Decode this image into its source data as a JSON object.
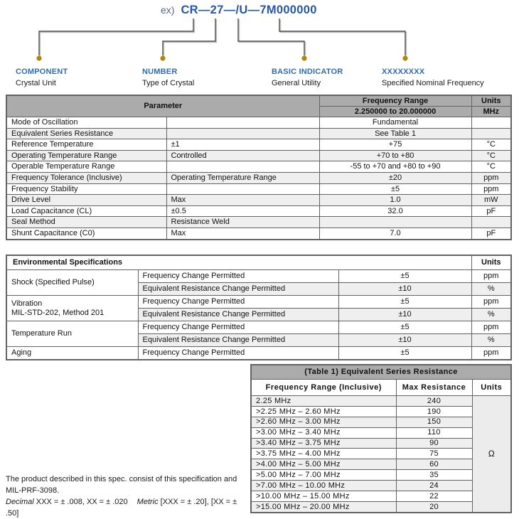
{
  "header": {
    "ex_label": "ex)",
    "part_number": "CR—27—/U—7M000000"
  },
  "legend": {
    "items": [
      {
        "label": "COMPONENT",
        "sublabel": "Crystal Unit"
      },
      {
        "label": "NUMBER",
        "sublabel": "Type of Crystal"
      },
      {
        "label": "BASIC INDICATOR",
        "sublabel": "General Utility"
      },
      {
        "label": "XXXXXXXX",
        "sublabel": "Specified Nominal Frequency"
      }
    ]
  },
  "main_table": {
    "header": {
      "parameter": "Parameter",
      "frequency_range": "Frequency Range",
      "units": "Units",
      "range_value": "2.250000 to 20.000000",
      "units_value": "MHz"
    },
    "rows": [
      {
        "param": "Mode of Oscillation",
        "cond": "",
        "value": "Fundamental",
        "unit": ""
      },
      {
        "param": "Equivalent Series Resistance",
        "cond": "",
        "value": "See Table 1",
        "unit": ""
      },
      {
        "param": "Reference Temperature",
        "cond": "±1",
        "value": "+75",
        "unit": "°C"
      },
      {
        "param": "Operating Temperature Range",
        "cond": "Controlled",
        "value": "+70 to +80",
        "unit": "°C"
      },
      {
        "param": "Operable Temperature Range",
        "cond": "",
        "value": "-55 to +70 and +80 to +90",
        "unit": "°C"
      },
      {
        "param": "Frequency Tolerance (Inclusive)",
        "cond": "Operating Temperature Range",
        "value": "±20",
        "unit": "ppm"
      },
      {
        "param": "Frequency Stability",
        "cond": "",
        "value": "±5",
        "unit": "ppm"
      },
      {
        "param": "Drive Level",
        "cond": "Max",
        "value": "1.0",
        "unit": "mW"
      },
      {
        "param": "Load Capacitance (CL)",
        "cond": "±0.5",
        "value": "32.0",
        "unit": "pF"
      },
      {
        "param": "Seal Method",
        "cond": "Resistance Weld",
        "value": "",
        "unit": ""
      },
      {
        "param": "Shunt Capacitance (C0)",
        "cond": "Max",
        "value": "7.0",
        "unit": "pF"
      }
    ]
  },
  "env_table": {
    "title": "Environmental Specifications",
    "units_header": "Units",
    "groups": [
      {
        "line1": "Shock (Specified Pulse)",
        "line2": "",
        "rows": [
          {
            "test": "Frequency Change Permitted",
            "value": "±5",
            "unit": "ppm"
          },
          {
            "test": "Equivalent Resistance Change Permitted",
            "value": "±10",
            "unit": "%"
          }
        ]
      },
      {
        "line1": "Vibration",
        "line2": "MIL-STD-202, Method 201",
        "rows": [
          {
            "test": "Frequency Change Permitted",
            "value": "±5",
            "unit": "ppm"
          },
          {
            "test": "Equivalent Resistance Change Permitted",
            "value": "±10",
            "unit": "%"
          }
        ]
      },
      {
        "line1": "Temperature Run",
        "line2": "",
        "rows": [
          {
            "test": "Frequency Change Permitted",
            "value": "±5",
            "unit": "ppm"
          },
          {
            "test": "Equivalent Resistance Change Permitted",
            "value": "±10",
            "unit": "%"
          }
        ]
      },
      {
        "line1": "Aging",
        "line2": "",
        "rows": [
          {
            "test": "Frequency Change Permitted",
            "value": "±5",
            "unit": "ppm"
          }
        ]
      }
    ]
  },
  "esr_table": {
    "title": "(Table 1) Equivalent Series Resistance",
    "headers": {
      "range": "Frequency Range (Inclusive)",
      "max": "Max Resistance",
      "units": "Units"
    },
    "unit": "Ω",
    "rows": [
      {
        "range": "2.25 MHz",
        "max": "240"
      },
      {
        "range": ">2.25 MHz – 2.60 MHz",
        "max": "190"
      },
      {
        "range": ">2.60 MHz – 3.00 MHz",
        "max": "150"
      },
      {
        "range": ">3.00 MHz – 3.40 MHz",
        "max": "110"
      },
      {
        "range": ">3.40 MHz – 3.75 MHz",
        "max": "90"
      },
      {
        "range": ">3.75 MHz – 4.00 MHz",
        "max": "75"
      },
      {
        "range": ">4.00 MHz – 5.00 MHz",
        "max": "60"
      },
      {
        "range": ">5.00 MHz – 7.00 MHz",
        "max": "35"
      },
      {
        "range": ">7.00 MHz – 10.00 MHz",
        "max": "24"
      },
      {
        "range": ">10.00 MHz – 15.00 MHz",
        "max": "22"
      },
      {
        "range": ">15.00 MHz – 20.00 MHz",
        "max": "20"
      }
    ]
  },
  "footnote": {
    "line1": "The product described in this spec. consist of this specification and",
    "line2": "MIL-PRF-3098.",
    "decimal_label": "Decimal",
    "decimal_text": " XXX = ± .008, XX = ± .020",
    "metric_label": "Metric",
    "metric_text": " [XXX = ± .20], [XX = ± .50]"
  },
  "colors": {
    "part_number_blue": "#2757A4",
    "label_blue": "#2E6DB4",
    "ex_label_slate": "#5B6788",
    "bullet_gold": "#B28600",
    "table_header_gray": "#ABABAB",
    "row_stripe_gray": "#EFEFEF",
    "border_gray": "#636363"
  }
}
